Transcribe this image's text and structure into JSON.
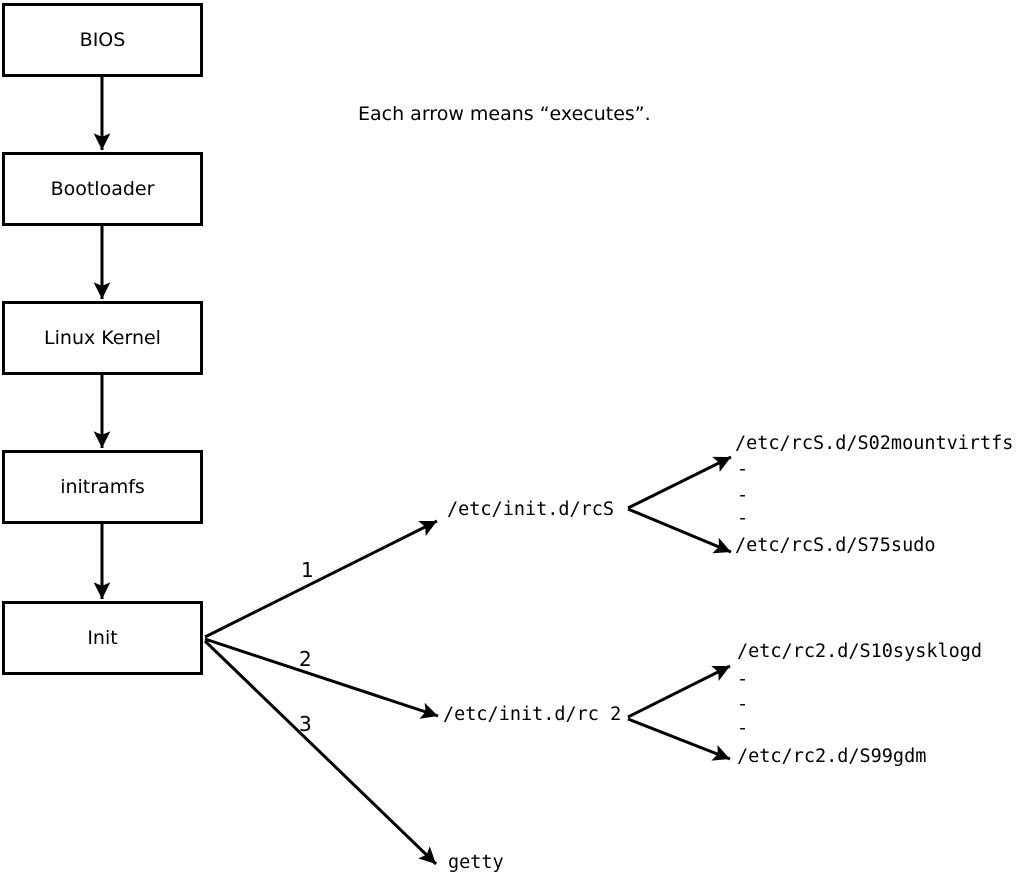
{
  "colors": {
    "ink": "#000000",
    "paper": "#ffffff"
  },
  "note": "Each arrow means “executes”.",
  "chain": [
    {
      "label": "BIOS"
    },
    {
      "label": "Bootloader"
    },
    {
      "label": "Linux Kernel"
    },
    {
      "label": "initramfs"
    },
    {
      "label": "Init"
    }
  ],
  "init_branches": [
    {
      "number": "1",
      "target": "/etc/init.d/rcS"
    },
    {
      "number": "2",
      "target": "/etc/init.d/rc 2"
    },
    {
      "number": "3",
      "target": "getty"
    }
  ],
  "rcS_scripts": {
    "first": "/etc/rcS.d/S02mountvirtfs",
    "dashes": [
      "-",
      "-",
      "-"
    ],
    "last": "/etc/rcS.d/S75sudo"
  },
  "rc2_scripts": {
    "first": "/etc/rc2.d/S10sysklogd",
    "dashes": [
      "-",
      "-",
      "-"
    ],
    "last": "/etc/rc2.d/S99gdm"
  }
}
